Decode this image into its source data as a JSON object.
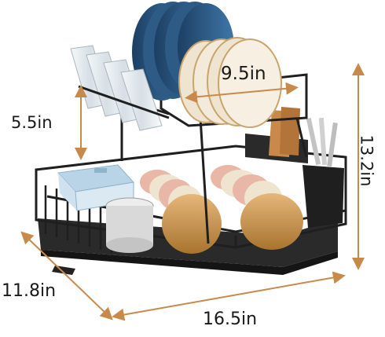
{
  "dimensions": {
    "top_rack_width": "9.5in",
    "tier_spacing": "5.5in",
    "height": "13.2in",
    "depth": "11.8in",
    "width": "16.5in"
  },
  "colors": {
    "frame": "#1f1f1f",
    "arrow": "#c88a4a",
    "plate_blue": "#2e5a86",
    "plate_cream": "#efe4cf",
    "plate_pink": "#e9b7a8",
    "bowl_gold": "#c9934f",
    "glass": "#dfe7ec"
  }
}
